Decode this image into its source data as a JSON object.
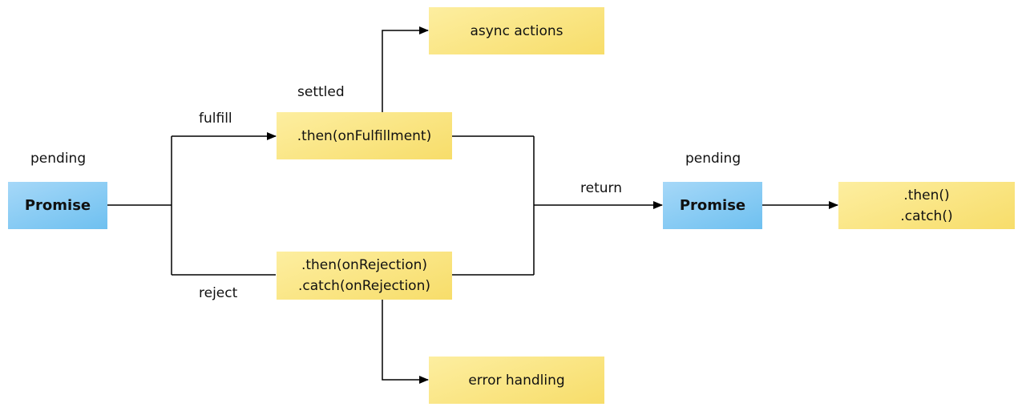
{
  "states": {
    "pending_left": "pending",
    "pending_right": "pending",
    "settled": "settled"
  },
  "edges": {
    "fulfill": "fulfill",
    "reject": "reject",
    "return": "return"
  },
  "nodes": {
    "promise_left": "Promise",
    "promise_right": "Promise",
    "then_fulfillment": ".then(onFulfillment)",
    "then_rejection": ".then(onRejection)",
    "catch_rejection": ".catch(onRejection)",
    "async_actions": "async actions",
    "error_handling": "error handling",
    "chain_then": ".then()",
    "chain_catch": ".catch()"
  }
}
